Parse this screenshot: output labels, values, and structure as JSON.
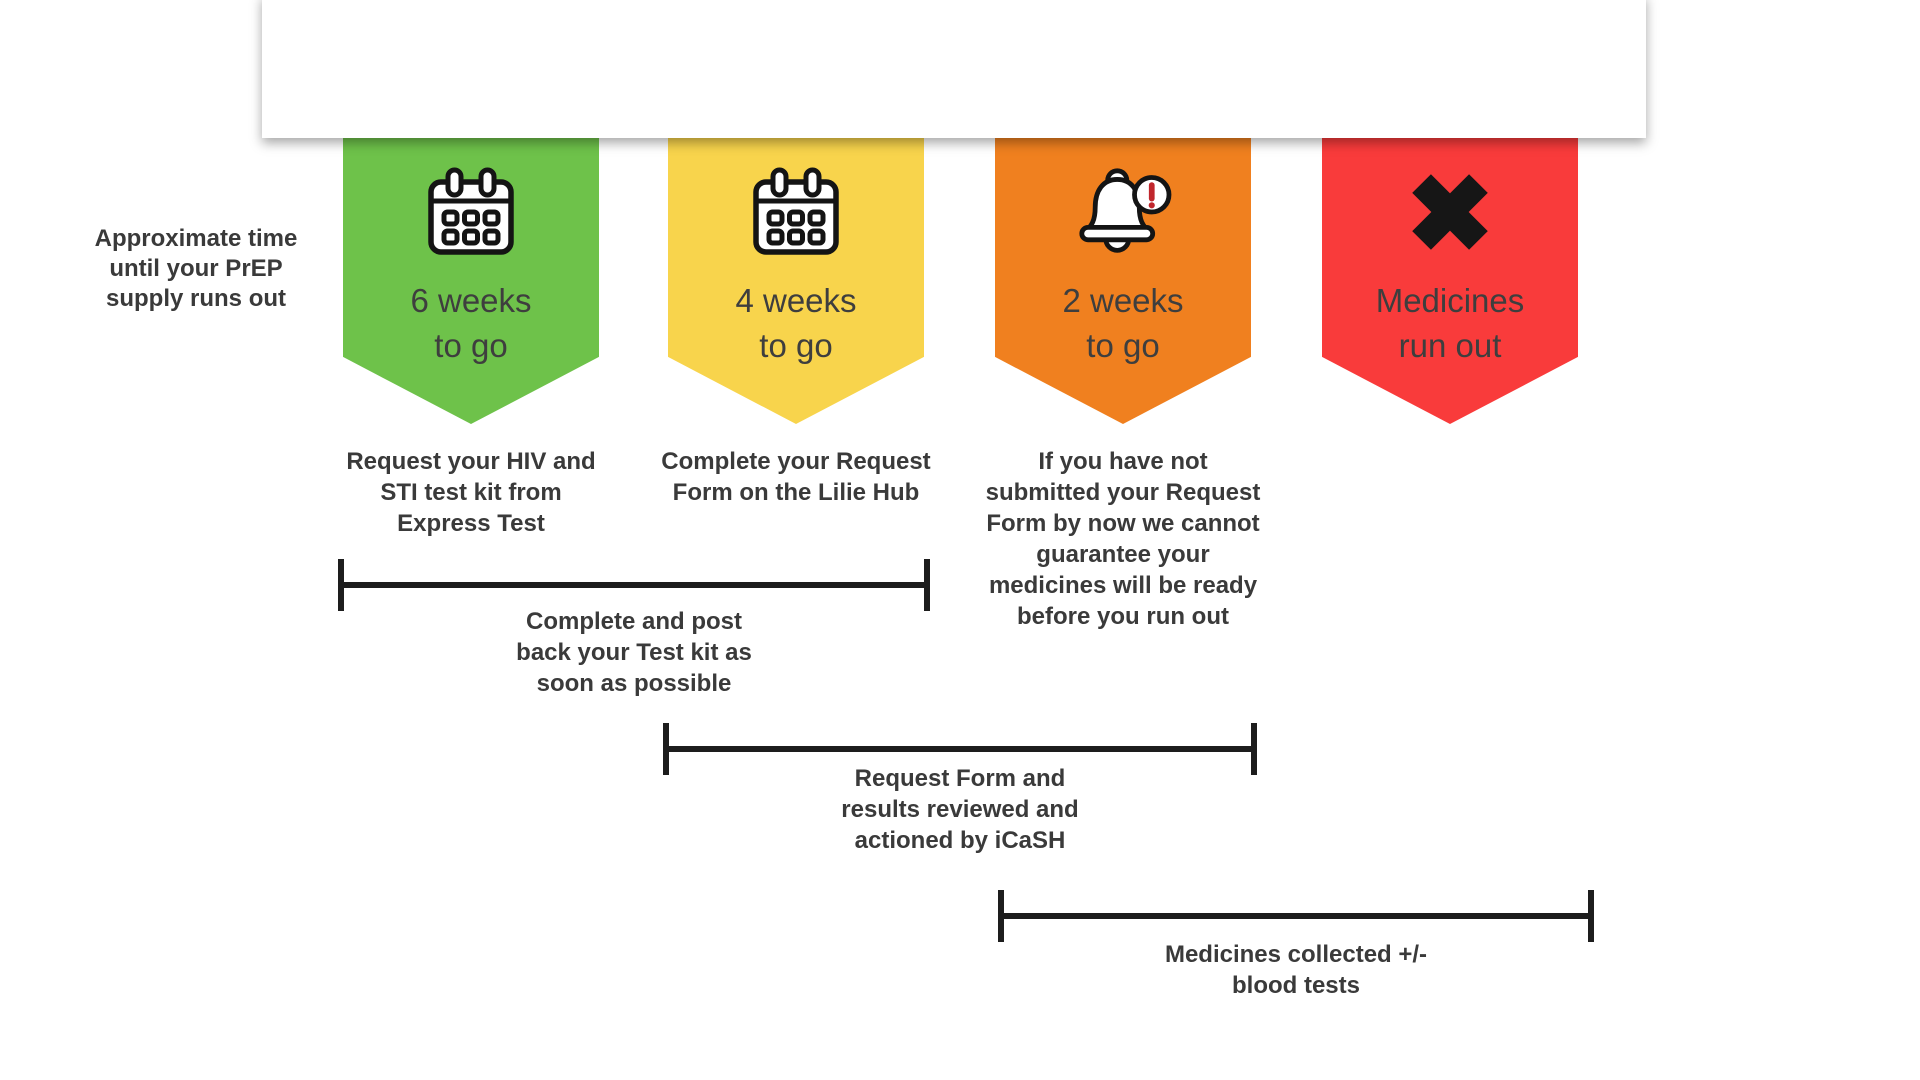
{
  "side_label": {
    "text": "Approximate time\nuntil your PrEP\nsupply runs out"
  },
  "banners": [
    {
      "id": "six-weeks",
      "color": "#6EC24A",
      "icon": "calendar-icon",
      "label": "6 weeks\nto go",
      "description": "Request your HIV and\nSTI test kit from\nExpress Test"
    },
    {
      "id": "four-weeks",
      "color": "#F8D44C",
      "icon": "calendar-icon",
      "label": "4 weeks\nto go",
      "description": "Complete your Request\nForm on the Lilie Hub"
    },
    {
      "id": "two-weeks",
      "color": "#F0801F",
      "icon": "bell-alert-icon",
      "label": "2 weeks\nto go",
      "description": "If you have not\nsubmitted your Request\nForm by now we cannot\nguarantee your\nmedicines will be ready\nbefore you run out"
    },
    {
      "id": "medicines-run-out",
      "color": "#F93B3B",
      "icon": "x-cross-icon",
      "label": "Medicines\nrun out",
      "description": ""
    }
  ],
  "brackets": [
    {
      "label": "Complete and post\nback your Test kit as\nsoon as possible"
    },
    {
      "label": "Request Form and\nresults reviewed and\nactioned by iCaSH"
    },
    {
      "label": "Medicines collected +/-\nblood tests"
    }
  ],
  "colors": {
    "text": "#3a3a3a",
    "banner_text": "#3e3e3e",
    "bracket": "#1d1d1d",
    "alert_badge": "#C0262C",
    "icon_stroke": "#141414"
  }
}
